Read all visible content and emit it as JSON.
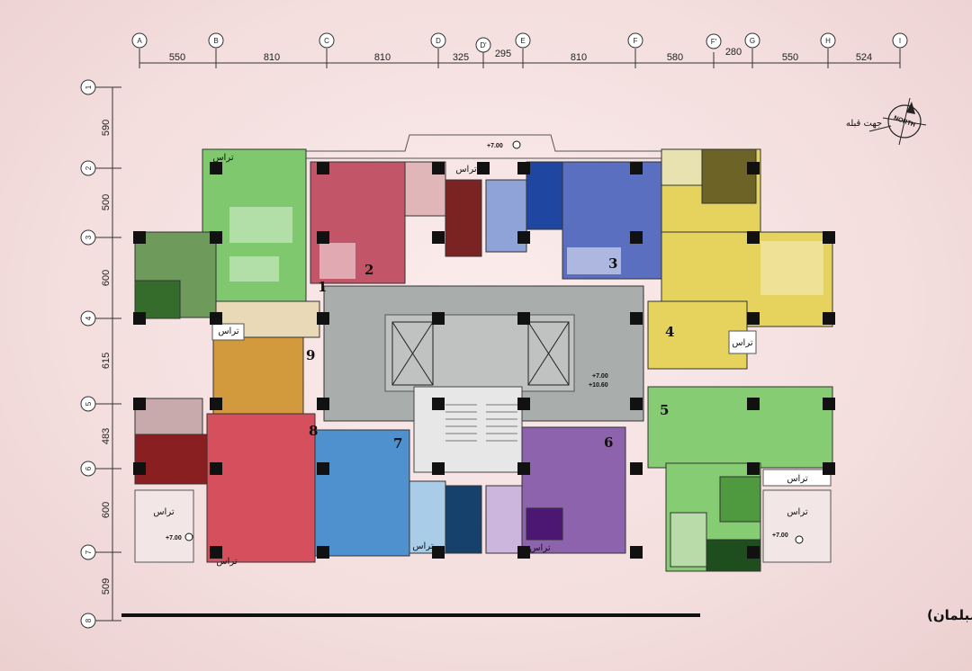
{
  "grid": {
    "columns": [
      "A",
      "B",
      "C",
      "D",
      "D'",
      "E",
      "F",
      "F'",
      "G",
      "H",
      "I"
    ],
    "column_spacings": [
      "550",
      "810",
      "810",
      "325",
      "295",
      "810",
      "580",
      "280",
      "550",
      "524"
    ],
    "rows": [
      "1",
      "2",
      "3",
      "4",
      "5",
      "6",
      "7",
      "8"
    ],
    "row_spacings": [
      "590",
      "500",
      "600",
      "615",
      "483",
      "600",
      "509"
    ]
  },
  "north": {
    "label": "NORTH",
    "qibla": "جهت قبله"
  },
  "levels": {
    "top": "+7.00",
    "core_a": "+7.00",
    "core_b": "+10.60",
    "left": "+7.00",
    "right": "+7.00"
  },
  "terrace_label": "تراس",
  "units": [
    "1",
    "2",
    "3",
    "4",
    "5",
    "6",
    "7",
    "8",
    "9"
  ],
  "title": "پلان طبقات اول و دوم  (پلان مبلمان)",
  "colors": {
    "u1": "#7fc86e",
    "u2": "#c25567",
    "u3": "#5a6fc0",
    "u4": "#e6d35e",
    "u5": "#86cc72",
    "u6": "#8e63ad",
    "u7": "#4f90cf",
    "u8": "#d54f5c",
    "u9": "#d29a3c",
    "core": "#a9adab"
  }
}
